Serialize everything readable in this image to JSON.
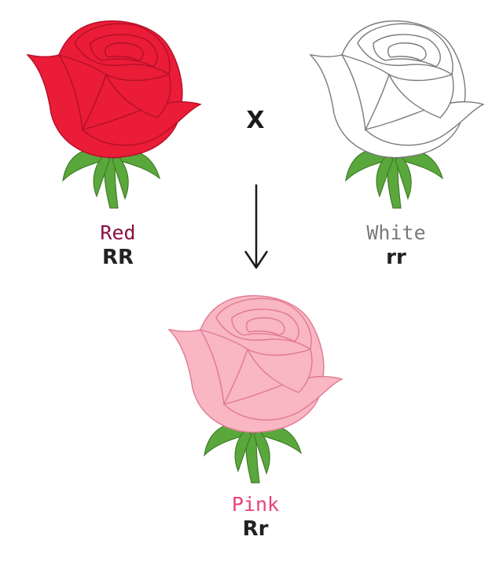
{
  "cross_symbol": "X",
  "parents": [
    {
      "color_name": "Red",
      "genotype": "RR",
      "petal_fill": "#ea1c37",
      "petal_stroke": "#b3102a",
      "label_color": "#8b1040"
    },
    {
      "color_name": "White",
      "genotype": "rr",
      "petal_fill": "#ffffff",
      "petal_stroke": "#7a7a7a",
      "label_color": "#7a7a7a"
    }
  ],
  "offspring": {
    "color_name": "Pink",
    "genotype": "Rr",
    "petal_fill": "#f9b6c3",
    "petal_stroke": "#e07a92",
    "label_color": "#e8417e"
  },
  "leaf_color": "#5aa83c",
  "arrow_icon": "down-arrow-icon"
}
